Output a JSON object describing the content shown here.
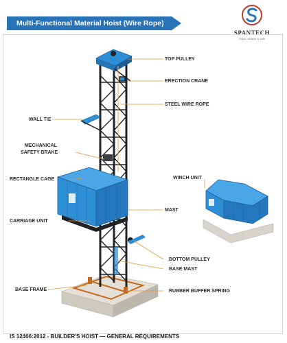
{
  "title": "Multi-Functional Material Hoist (Wire Rope)",
  "logo": {
    "name": "SPANTECH",
    "tagline": "Rapid, reliable & safe"
  },
  "labels": {
    "top_pulley": "TOP PULLEY",
    "erection_crane": "ERECTION CRANE",
    "steel_wire_rope": "STEEL WIRE ROPE",
    "wall_tie": "WALL TIE",
    "mechanical_safety_brake": [
      "MECHANICAL",
      "SAFETY BRAKE"
    ],
    "rectangle_cage": "RECTANGLE CAGE",
    "winch_unit": "WINCH UNIT",
    "carriage_unit": "CARRIAGE UNIT",
    "mast": "MAST",
    "bottom_pulley": "BOTTOM PULLEY",
    "base_mast": "BASE MAST",
    "base_frame": "BASE FRAME",
    "rubber_buffer_spring": "RUBBER BUFFER SPRING"
  },
  "footer": "IS 12466:2012 - BUILDER'S HOIST — GENERAL REQUIREMENTS",
  "colors": {
    "title_bar": "#2872b8",
    "cage_blue": "#2f8fd6",
    "mast_dark": "#1f2328",
    "leader_orange": "#e8943a",
    "base_concrete": "#d8d4cc"
  },
  "icons": [
    "spantech-logo-icon"
  ]
}
